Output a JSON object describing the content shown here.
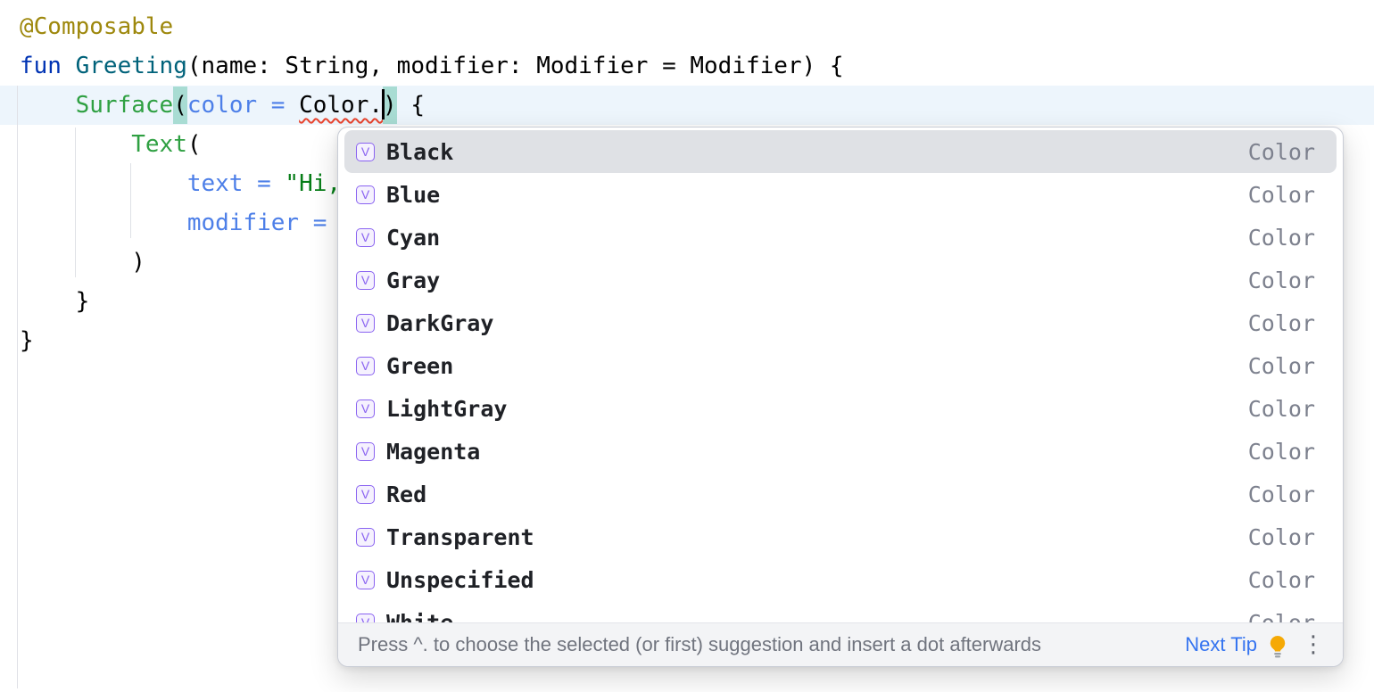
{
  "colors": {
    "current_line": "#EDF5FC",
    "brace_match": "#A8DCD3",
    "selection_bg": "#DFE1E5",
    "icon_purple": "#8A63F1",
    "icon_purple_bg": "#F5F1FE",
    "link_blue": "#3574F0",
    "error_red": "#E8442E",
    "annotation": "#9E880D",
    "keyword": "#0033B3",
    "function_decl": "#00627A",
    "composable_green": "#2FA042",
    "named_arg": "#4D7FE8",
    "string_green": "#067D17",
    "type_label_gray": "#7D818E",
    "hint_gray": "#70747E"
  },
  "editor": {
    "lines": [
      {
        "tokens": [
          {
            "t": "@Composable",
            "s": "annotation"
          }
        ]
      },
      {
        "tokens": [
          {
            "t": "fun",
            "s": "keyword"
          },
          {
            "t": " ",
            "s": "plain"
          },
          {
            "t": "Greeting",
            "s": "fndecl"
          },
          {
            "t": "(name: String, modifier: Modifier = Modifier) {",
            "s": "plain"
          }
        ]
      },
      {
        "current": true,
        "tokens": [
          {
            "t": "    ",
            "s": "plain"
          },
          {
            "t": "Surface",
            "s": "composable"
          },
          {
            "t": "(",
            "s": "brace"
          },
          {
            "t": "color =",
            "s": "named"
          },
          {
            "t": " ",
            "s": "plain"
          },
          {
            "t": "Color.",
            "s": "error"
          },
          {
            "t": "",
            "s": "caret"
          },
          {
            "t": ")",
            "s": "brace"
          },
          {
            "t": " {",
            "s": "plain"
          }
        ]
      },
      {
        "tokens": [
          {
            "t": "        ",
            "s": "plain"
          },
          {
            "t": "Text",
            "s": "composable"
          },
          {
            "t": "(",
            "s": "plain"
          }
        ]
      },
      {
        "tokens": [
          {
            "t": "            ",
            "s": "plain"
          },
          {
            "t": "text = ",
            "s": "named"
          },
          {
            "t": "\"Hi,",
            "s": "string"
          }
        ]
      },
      {
        "tokens": [
          {
            "t": "            ",
            "s": "plain"
          },
          {
            "t": "modifier = ",
            "s": "named"
          }
        ]
      },
      {
        "tokens": [
          {
            "t": "        )",
            "s": "plain"
          }
        ]
      },
      {
        "tokens": [
          {
            "t": "    }",
            "s": "plain"
          }
        ]
      },
      {
        "tokens": [
          {
            "t": "}",
            "s": "plain"
          }
        ]
      }
    ]
  },
  "completion_popup": {
    "icon_label": "V",
    "items": [
      {
        "name": "Black",
        "type": "Color",
        "selected": true
      },
      {
        "name": "Blue",
        "type": "Color"
      },
      {
        "name": "Cyan",
        "type": "Color"
      },
      {
        "name": "Gray",
        "type": "Color"
      },
      {
        "name": "DarkGray",
        "type": "Color"
      },
      {
        "name": "Green",
        "type": "Color"
      },
      {
        "name": "LightGray",
        "type": "Color"
      },
      {
        "name": "Magenta",
        "type": "Color"
      },
      {
        "name": "Red",
        "type": "Color"
      },
      {
        "name": "Transparent",
        "type": "Color"
      },
      {
        "name": "Unspecified",
        "type": "Color"
      },
      {
        "name": "White",
        "type": "Color"
      }
    ],
    "hint": {
      "text": "Press ^. to choose the selected (or first) suggestion and insert a dot afterwards",
      "action_label": "Next Tip",
      "more_icon": "⋮"
    }
  }
}
